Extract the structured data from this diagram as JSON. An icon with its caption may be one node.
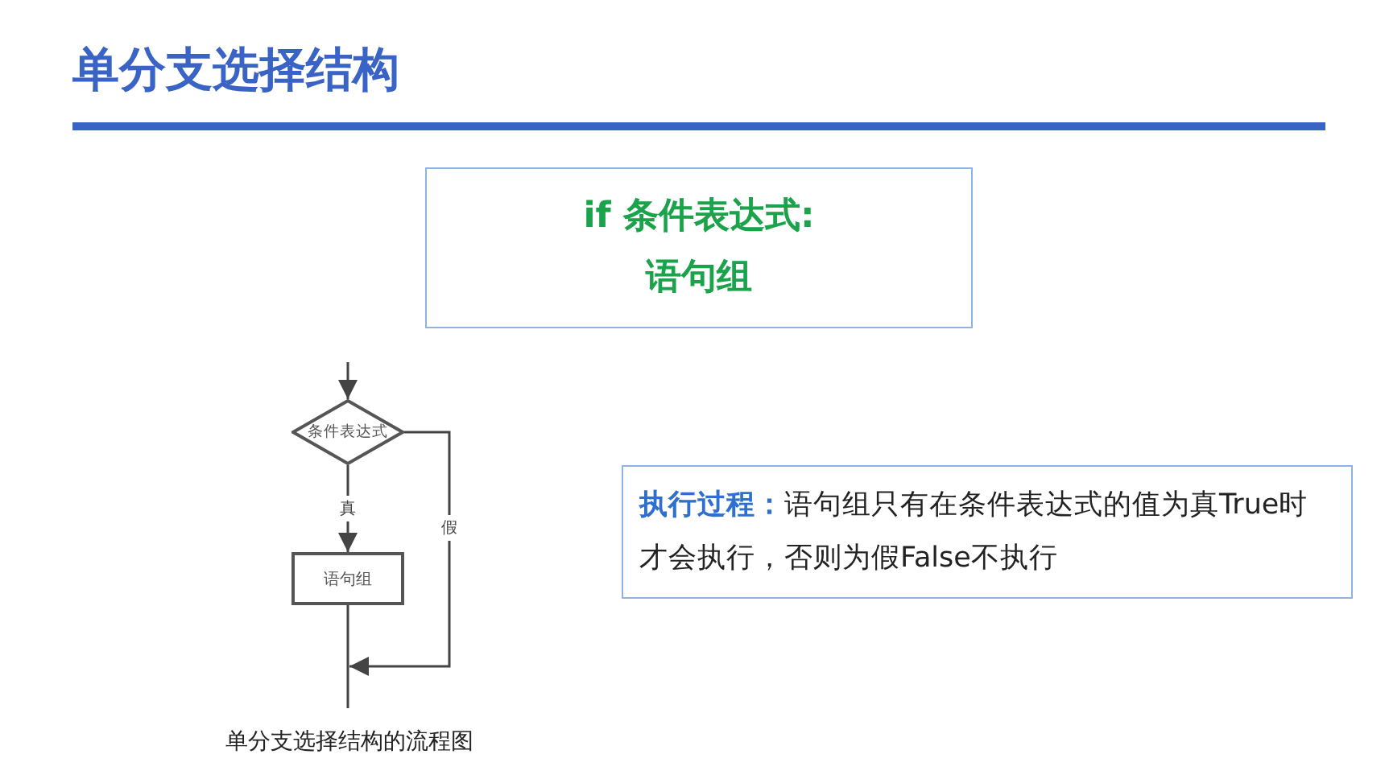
{
  "diagram": {
    "title": "单分支选择结构",
    "caption": "单分支选择结构的流程图",
    "nodes": [
      {
        "text": [
          "if 条件表达式:",
          "语句组"
        ]
      },
      {
        "text": [
          "条件表达式"
        ]
      },
      {
        "text": [
          "语句组"
        ]
      },
      {
        "text": [
          "**执行过程：**语句组只有在条件表达式的值为真True时才会执行，否则为假False不执行"
        ]
      }
    ],
    "edges": [
      {
        "from": null,
        "to": 1,
        "arrow": "to"
      },
      {
        "from": 1,
        "to": 2,
        "arrow": "to",
        "label": "真"
      },
      {
        "from": 1,
        "to": null,
        "arrow": "to",
        "label": "假"
      },
      {
        "from": 2,
        "to": null,
        "arrow": "none"
      }
    ]
  }
}
